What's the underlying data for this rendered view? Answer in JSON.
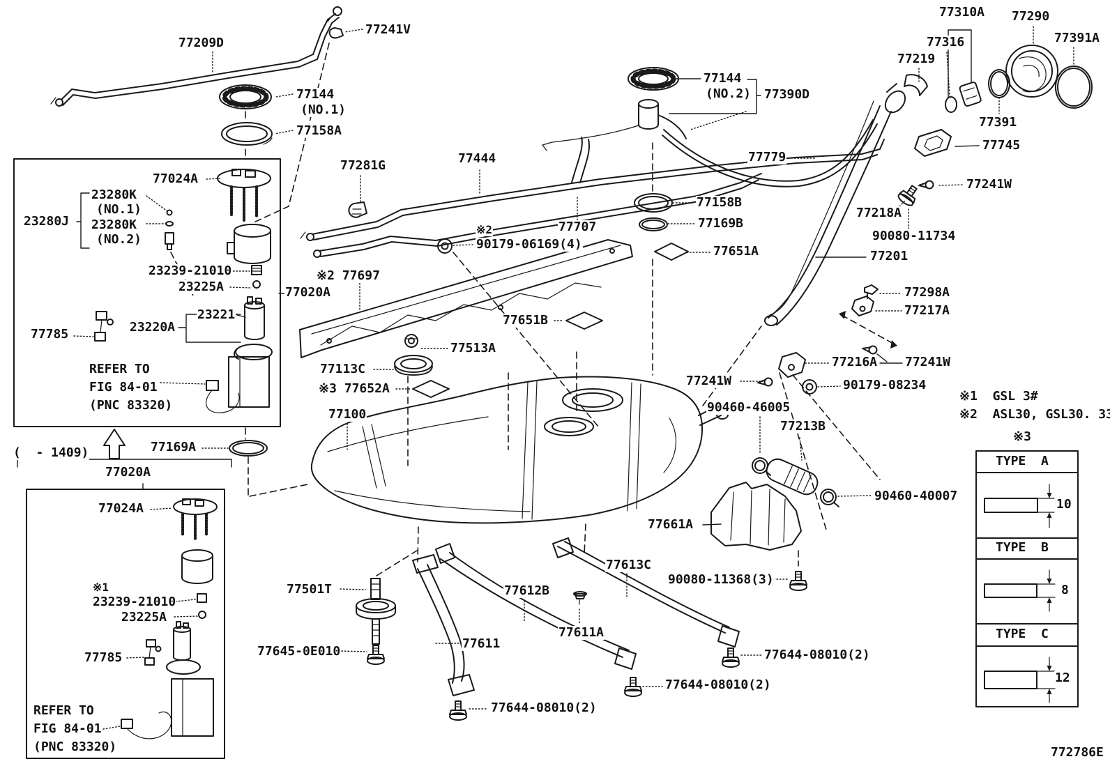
{
  "diagram": {
    "description": "Toyota fuel tank and tube parts diagram",
    "background": "#ffffff",
    "ink": "#1a1a1a",
    "doc_code": "772786E"
  },
  "labels": {
    "p77209d": "77209D",
    "p77241v": "77241V",
    "p77144": "77144",
    "no1": "(NO.1)",
    "no2": "(NO.2)",
    "p77158a": "77158A",
    "p77281g": "77281G",
    "p77444": "77444",
    "p77390d": "77390D",
    "p77310a": "77310A",
    "p77290": "77290",
    "p77391a": "77391A",
    "p77316": "77316",
    "p77219": "77219",
    "p77391": "77391",
    "p77745": "77745",
    "p77779": "77779",
    "p77241w": "77241W",
    "p77218a": "77218A",
    "p90080_11734": "90080-11734",
    "p77201": "77201",
    "p77707": "77707",
    "p77158b": "77158B",
    "p77169b": "77169B",
    "p77651a": "77651A",
    "star2": "※2",
    "p90179_06169": "90179-06169(4)",
    "p77697": "※2 77697",
    "p77020a": "77020A",
    "p77651b": "77651B",
    "p77513a": "77513A",
    "p77113c": "77113C",
    "p77652a": "※3 77652A",
    "p77100": "77100",
    "p77298a": "77298A",
    "p77217a": "77217A",
    "p77216a": "77216A",
    "p90179_08234": "90179-08234",
    "p90460_46005": "90460-46005",
    "p77213b": "77213B",
    "p90460_40007": "90460-40007",
    "p77661a": "77661A",
    "range": "(  - 1409)",
    "p77169a": "77169A",
    "p77024a": "77024A",
    "p23280k": "23280K",
    "p23280j": "23280J",
    "p23239": "23239-21010",
    "p23225a": "23225A",
    "p23221": "23221",
    "p23220a": "23220A",
    "p77785": "77785",
    "refer1": "REFER TO",
    "refer2": "FIG 84-01",
    "refer3": "(PNC 83320)",
    "star1": "※1",
    "p77501t": "77501T",
    "p77645": "77645-0E010",
    "p77611": "77611",
    "p77612b": "77612B",
    "p77611a": "77611A",
    "p77613c": "77613C",
    "p90080_11368": "90080-11368(3)",
    "p77644": "77644-08010(2)",
    "note1": "※1  GSL 3#",
    "note2": "※2  ASL30, GSL30. 33",
    "star3": "※3",
    "doc_code": "772786E"
  },
  "size_table": {
    "rows": [
      {
        "type": "TYPE  A",
        "dim": "10"
      },
      {
        "type": "TYPE  B",
        "dim": "8"
      },
      {
        "type": "TYPE  C",
        "dim": "12"
      }
    ]
  }
}
